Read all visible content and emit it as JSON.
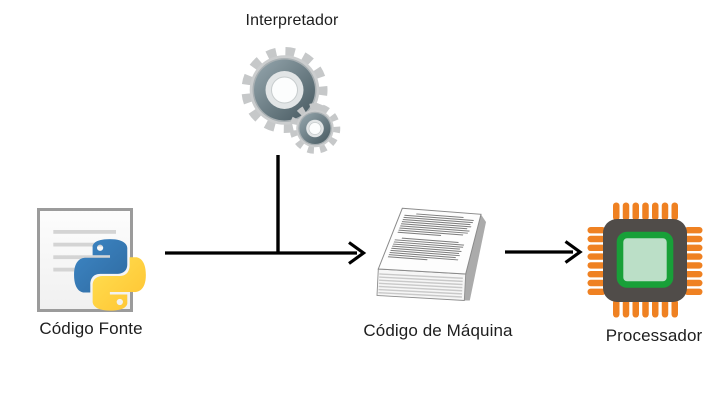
{
  "diagram": {
    "type": "flow-diagram",
    "background": "#ffffff",
    "nodes": {
      "interpreter": {
        "label": "Interpretador",
        "icon": "gears-icon"
      },
      "source_code": {
        "label": "Código Fonte",
        "icon": "python-source-file-icon"
      },
      "machine_code": {
        "label": "Código de Máquina",
        "icon": "paper-stack-icon"
      },
      "processor": {
        "label": "Processador",
        "icon": "processor-chip-icon"
      }
    },
    "edges": [
      {
        "from": "source_code",
        "to": "machine_code",
        "style": "arrow"
      },
      {
        "from": "interpreter",
        "to": "source_code-machine_code-edge",
        "style": "plain-line"
      },
      {
        "from": "machine_code",
        "to": "processor",
        "style": "arrow"
      }
    ],
    "colors": {
      "arrow": "#000000",
      "label_text": "#1e1e1e",
      "python_blue": "#3779b8",
      "python_yellow": "#ffca2e",
      "gear_gray": "#c9cbcc",
      "gear_ring": "#5d7078",
      "chip_body": "#504c49",
      "chip_pins": "#ef8122",
      "chip_core_border": "#18a038",
      "chip_core_fill": "#bbdfc7",
      "page_border": "#9b9b9b",
      "page_lines": "#d4d4d4"
    }
  }
}
